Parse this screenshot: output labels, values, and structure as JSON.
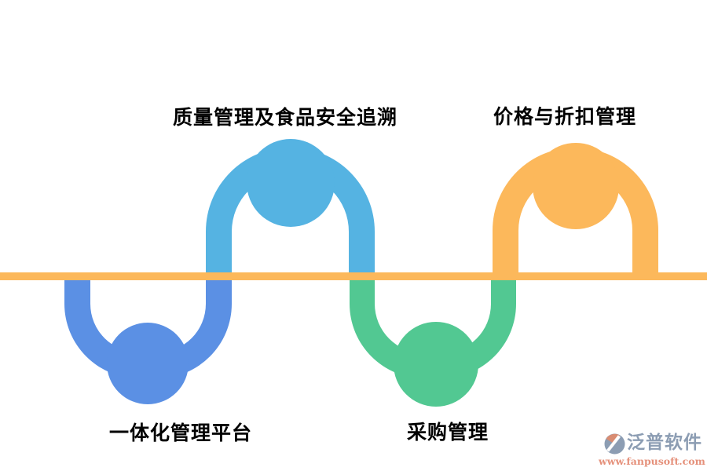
{
  "diagram": {
    "type": "alternating-timeline",
    "background_color": "#ffffff",
    "timeline_color": "#fcb85b",
    "label_color": "#000000",
    "nodes": [
      {
        "id": "quality",
        "label": "质量管理及食品安全追溯",
        "color": "#55b3e2",
        "position": "above-line"
      },
      {
        "id": "price",
        "label": "价格与折扣管理",
        "color": "#fcb85b",
        "position": "above-line"
      },
      {
        "id": "platform",
        "label": "一体化管理平台",
        "color": "#5b90e4",
        "position": "below-line"
      },
      {
        "id": "purchase",
        "label": "采购管理",
        "color": "#52c892",
        "position": "below-line"
      }
    ]
  },
  "watermark": {
    "brand": "泛普软件",
    "url": "www.fanpusoft.com",
    "brand_color": "#8c9db3",
    "url_color": "#e5907a"
  }
}
